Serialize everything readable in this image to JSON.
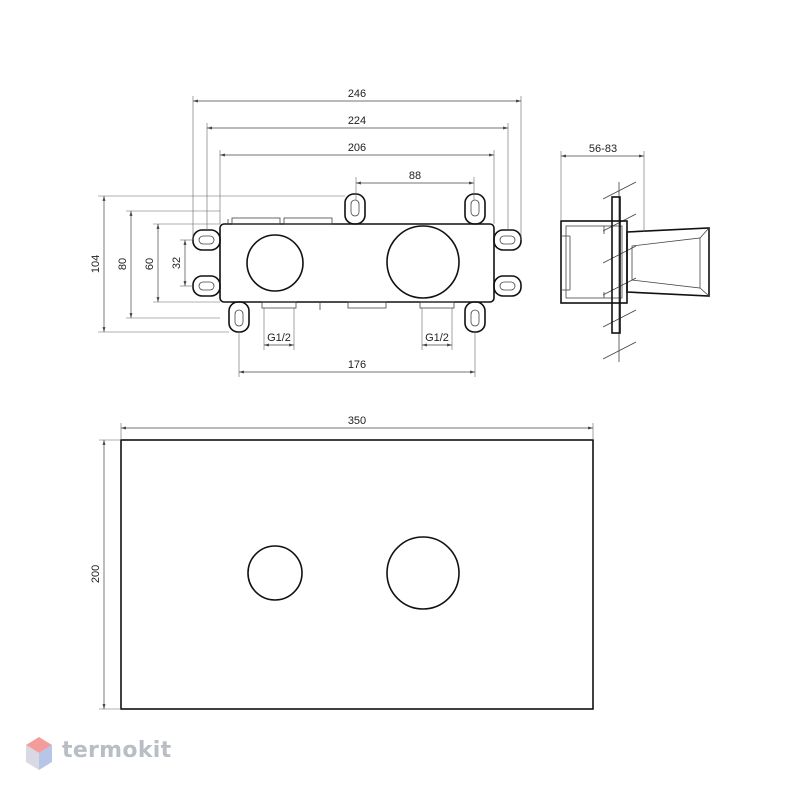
{
  "brand": {
    "name": "termokit",
    "colors": {
      "text": "#b9bec5",
      "mark_top": "#f39c9c",
      "mark_left": "#d9d9e3",
      "mark_right": "#b7c6e6"
    }
  },
  "top_view": {
    "dims": {
      "overall_246": "246",
      "width_224": "224",
      "width_206": "206",
      "bracket_88": "88",
      "height_104": "104",
      "height_80": "80",
      "height_60": "60",
      "height_32": "32",
      "bracket_176": "176",
      "thread_left": "G1/2",
      "thread_right": "G1/2"
    }
  },
  "side_view": {
    "dims": {
      "depth": "56-83"
    }
  },
  "cover_plate": {
    "dims": {
      "width": "350",
      "height": "200"
    }
  }
}
